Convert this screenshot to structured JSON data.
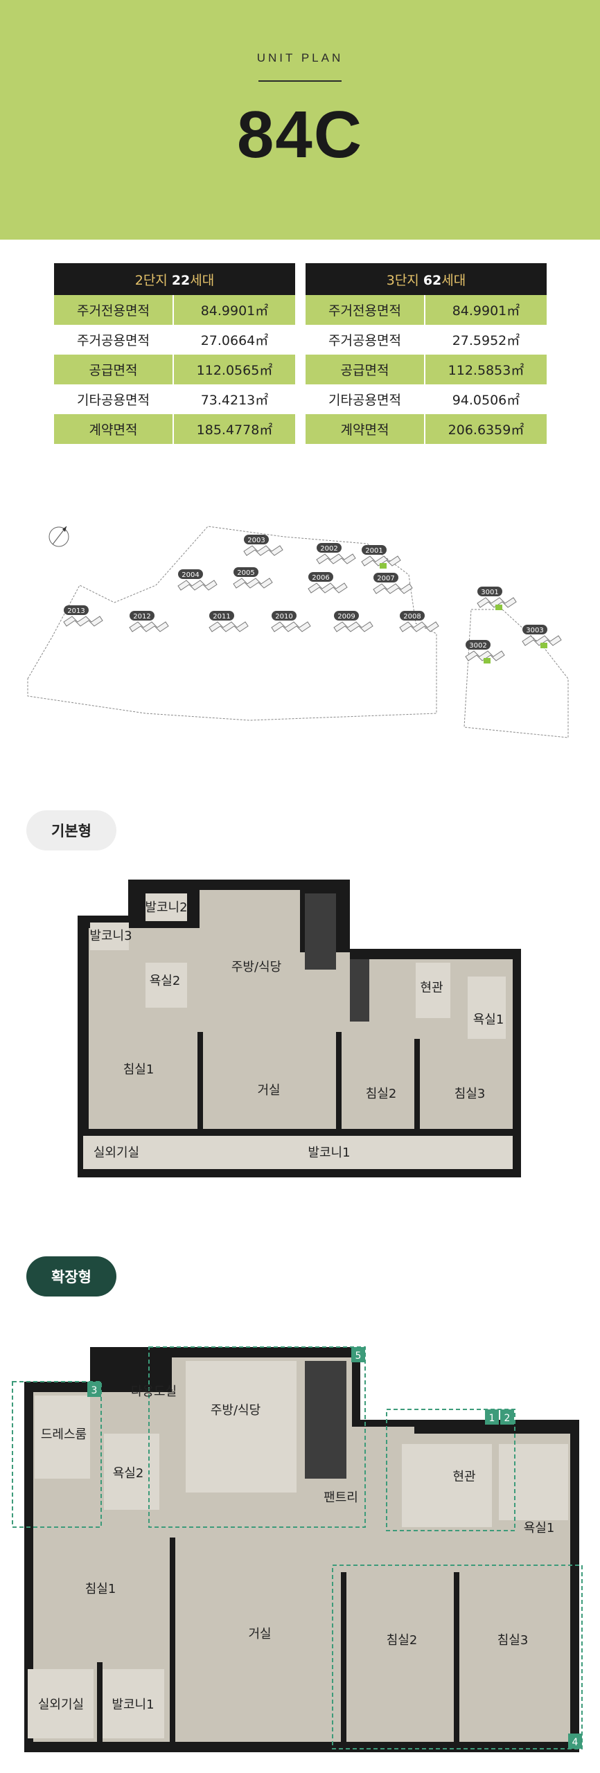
{
  "header": {
    "eyebrow": "UNIT PLAN",
    "title": "84C"
  },
  "tables": [
    {
      "heading_prefix": "2단지 ",
      "heading_count": "22",
      "heading_suffix": "세대",
      "rows": [
        {
          "label": "주거전용면적",
          "value": "84.9901㎡"
        },
        {
          "label": "주거공용면적",
          "value": "27.0664㎡"
        },
        {
          "label": "공급면적",
          "value": "112.0565㎡"
        },
        {
          "label": "기타공용면적",
          "value": "73.4213㎡"
        },
        {
          "label": "계약면적",
          "value": "185.4778㎡"
        }
      ]
    },
    {
      "heading_prefix": "3단지 ",
      "heading_count": "62",
      "heading_suffix": "세대",
      "rows": [
        {
          "label": "주거전용면적",
          "value": "84.9901㎡"
        },
        {
          "label": "주거공용면적",
          "value": "27.5952㎡"
        },
        {
          "label": "공급면적",
          "value": "112.5853㎡"
        },
        {
          "label": "기타공용면적",
          "value": "94.0506㎡"
        },
        {
          "label": "계약면적",
          "value": "206.6359㎡"
        }
      ]
    }
  ],
  "sitemap": {
    "buildings": [
      "2003",
      "2002",
      "2001",
      "2004",
      "2005",
      "2006",
      "2007",
      "2013",
      "2012",
      "2011",
      "2010",
      "2009",
      "2008",
      "3001",
      "3003",
      "3002"
    ],
    "highlight_color": "#8cc63f"
  },
  "sections": {
    "basic_label": "기본형",
    "extended_label": "확장형"
  },
  "basic_plan": {
    "rooms": {
      "balcony2": "발코니2",
      "balcony3": "발코니3",
      "kitchen": "주방/식당",
      "entrance": "현관",
      "bath2": "욕실2",
      "bath1": "욕실1",
      "bed1": "침실1",
      "living": "거실",
      "bed2": "침실2",
      "bed3": "침실3",
      "outdoor": "실외기실",
      "balcony1": "발코니1"
    }
  },
  "extended_plan": {
    "rooms": {
      "utility": "다용도실",
      "kitchen": "주방/식당",
      "dressroom": "드레스룸",
      "bath2": "욕실2",
      "pantry": "팬트리",
      "entrance": "현관",
      "bath1": "욕실1",
      "bed1": "침실1",
      "living": "거실",
      "bed2": "침실2",
      "bed3": "침실3",
      "outdoor": "실외기실",
      "balcony1": "발코니1"
    },
    "markers": [
      "5",
      "3",
      "1",
      "2",
      "4"
    ],
    "marker_color": "#3d9b7a"
  },
  "colors": {
    "accent": "#b9d16c",
    "dark": "#1a1a1a",
    "pill_dark": "#1f4a3e",
    "floor": "#c9c4b8"
  }
}
